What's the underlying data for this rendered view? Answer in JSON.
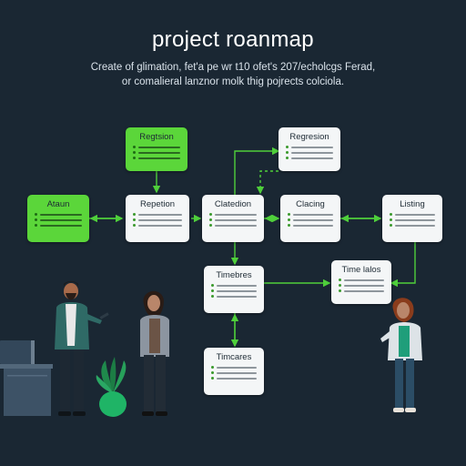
{
  "header": {
    "title": "project roanmap",
    "subtitle_line1": "Create of glimation, fet'a pe wr t10 ofet's 207/echolcgs Ferad,",
    "subtitle_line2": "or comalieral lanznor molk thig pojrects colciola."
  },
  "nodes": {
    "regulation": {
      "label": "Regtsion"
    },
    "regresion": {
      "label": "Regresion"
    },
    "ataun": {
      "label": "Ataun"
    },
    "repetion": {
      "label": "Repetion"
    },
    "clatedion": {
      "label": "Clatedion"
    },
    "clacing": {
      "label": "Clacing"
    },
    "listing": {
      "label": "Listing"
    },
    "timebres": {
      "label": "Timebres"
    },
    "time_lalos": {
      "label": "Time lalos"
    },
    "timcares": {
      "label": "Timcares"
    }
  },
  "colors": {
    "background": "#1a2733",
    "accent_green": "#5bd63a",
    "card": "#f4f6f7",
    "connector": "#4fcf3b"
  },
  "illustration": {
    "figures": [
      "person-with-tablet-icon",
      "person-standing-icon",
      "person-presenting-icon",
      "potted-plant-icon",
      "desk-monitor-icon"
    ]
  }
}
